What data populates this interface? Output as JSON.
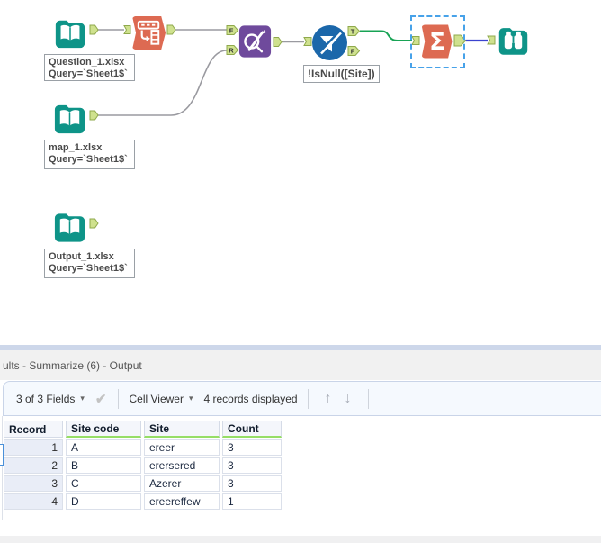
{
  "workflow": {
    "tools": {
      "input_question": {
        "annotation_line1": "Question_1.xlsx",
        "annotation_line2": "Query=`Sheet1$`"
      },
      "input_map": {
        "annotation_line1": "map_1.xlsx",
        "annotation_line2": "Query=`Sheet1$`"
      },
      "input_output": {
        "annotation_line1": "Output_1.xlsx",
        "annotation_line2": "Query=`Sheet1$`"
      },
      "find_replace": {
        "anchor_f": "F",
        "anchor_r": "R"
      },
      "filter": {
        "annotation": "!IsNull([Site])",
        "anchor_t": "T",
        "anchor_f": "F"
      },
      "summarize": {
        "sigma": "Σ"
      }
    }
  },
  "results_panel": {
    "title": "ults - Summarize (6) - Output",
    "toolbar": {
      "fields_dropdown": "3 of 3 Fields",
      "caret": "▾",
      "check_icon": "✔",
      "cell_viewer_dropdown": "Cell Viewer",
      "records_label": "4 records displayed",
      "up_icon": "↑",
      "down_icon": "↓"
    },
    "table": {
      "headers": [
        "Record",
        "Site code",
        "Site",
        "Count"
      ],
      "rows": [
        {
          "record": "1",
          "site_code": "A",
          "site": "ereer",
          "count": "3"
        },
        {
          "record": "2",
          "site_code": "B",
          "site": "erersered",
          "count": "3"
        },
        {
          "record": "3",
          "site_code": "C",
          "site": "Azerer",
          "count": "3"
        },
        {
          "record": "4",
          "site_code": "D",
          "site": "ereereffew",
          "count": "1"
        }
      ]
    }
  },
  "colors": {
    "input_teal": "#0e9488",
    "transform_orange": "#dd6a52",
    "parse_purple": "#6f4a9c",
    "filter_blue": "#1b67aa",
    "anchor_green": "#cfe18e",
    "wire_gray": "#9a9aa0",
    "wire_green": "#18a355",
    "wire_blue": "#3b43cf",
    "selection_blue": "#47a2e9",
    "header_underline_green": "#96de66"
  }
}
